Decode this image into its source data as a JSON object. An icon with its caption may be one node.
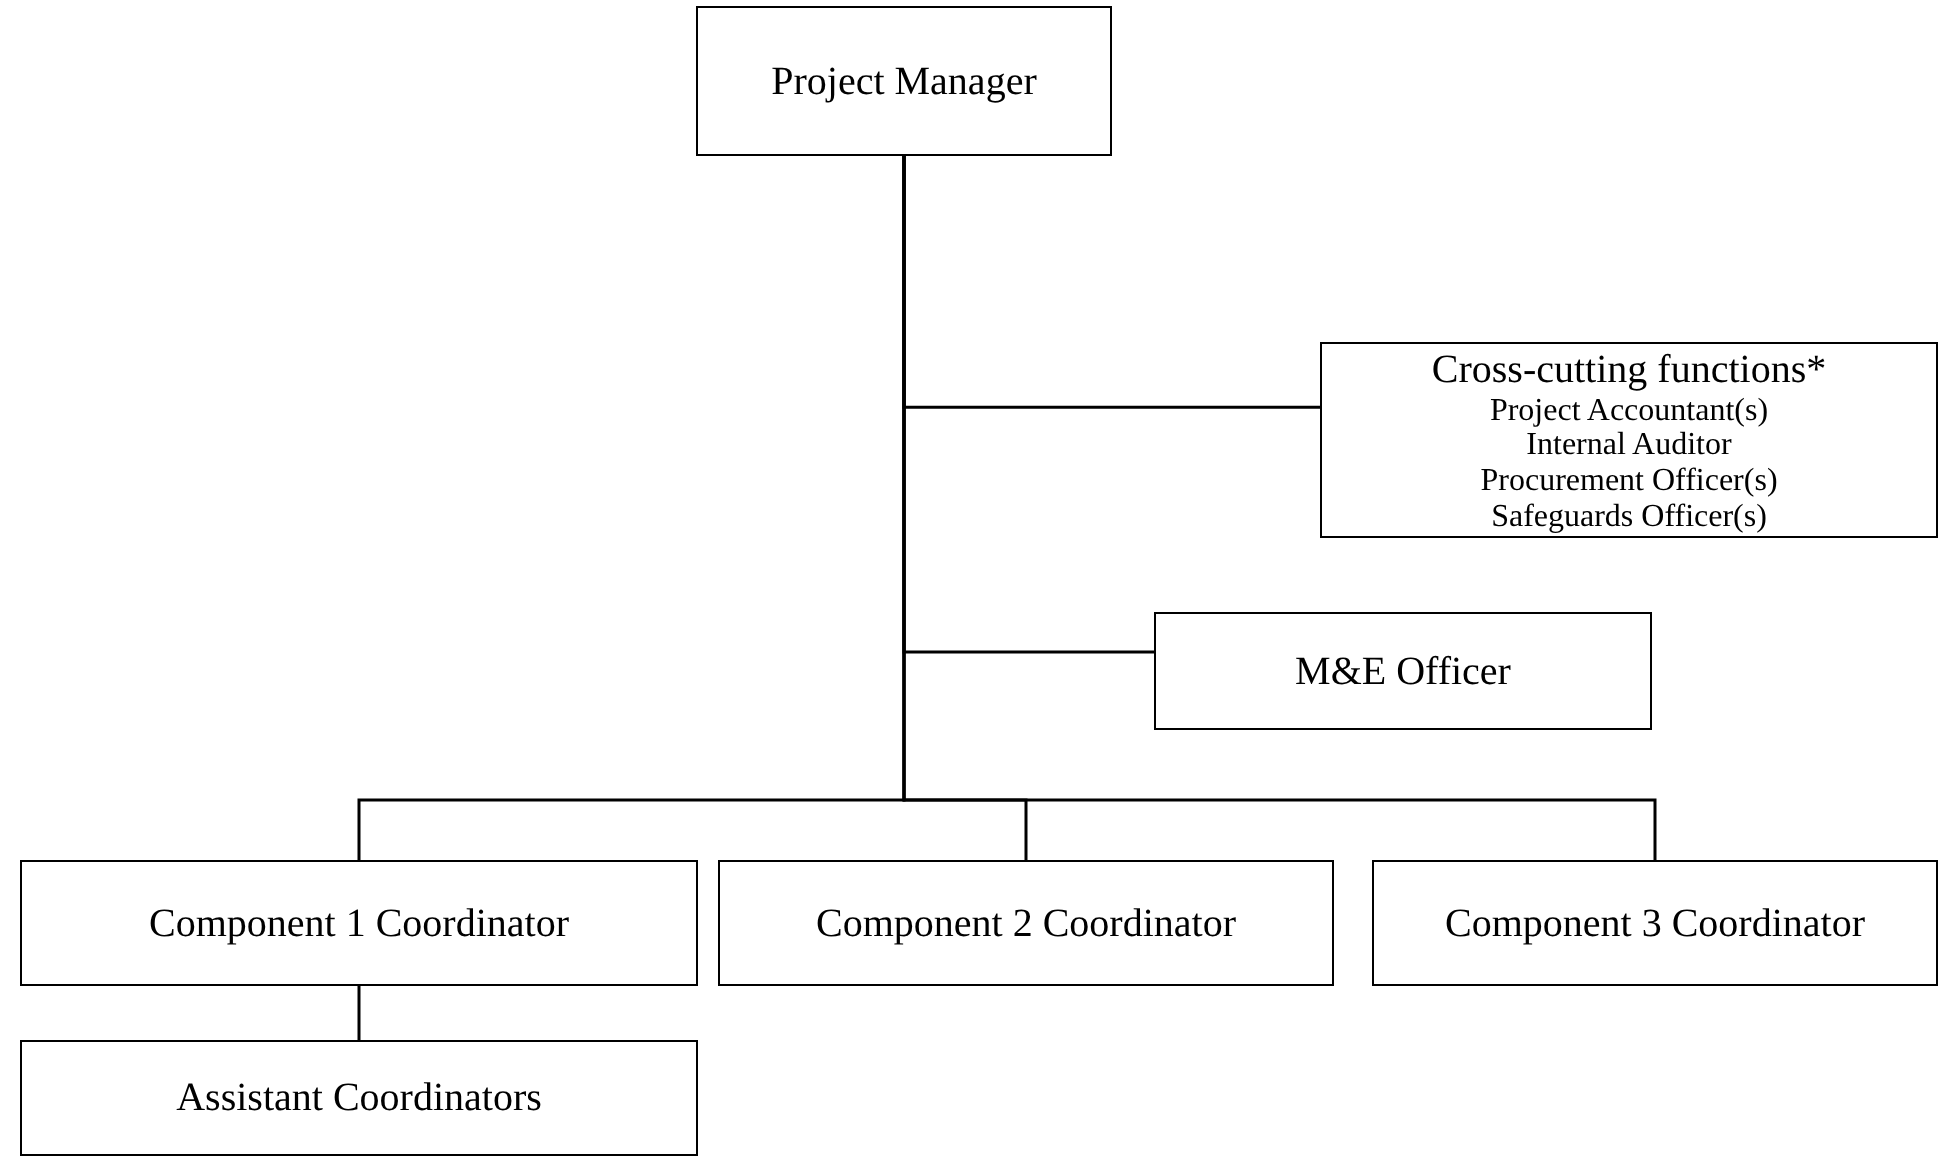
{
  "diagram": {
    "nodes": [
      {
        "text": [
          "Project Manager"
        ]
      },
      {
        "text": [
          "Cross-cutting functions*",
          "Project Accountant(s)",
          "Internal Auditor",
          "Procurement Officer(s)",
          "Safeguards Officer(s)"
        ]
      },
      {
        "text": [
          "M&E Officer"
        ]
      },
      {
        "text": [
          "Component 1 Coordinator"
        ]
      },
      {
        "text": [
          "Component 2 Coordinator"
        ]
      },
      {
        "text": [
          "Component 3 Coordinator"
        ]
      },
      {
        "text": [
          "Assistant Coordinators"
        ]
      }
    ],
    "edges": [
      {
        "from": 0,
        "to": 1,
        "arrow": "none"
      },
      {
        "from": 0,
        "to": 2,
        "arrow": "none"
      },
      {
        "from": 0,
        "to": 3,
        "arrow": "none"
      },
      {
        "from": 0,
        "to": 4,
        "arrow": "none"
      },
      {
        "from": 0,
        "to": 5,
        "arrow": "none"
      },
      {
        "from": 3,
        "to": 6,
        "arrow": "none"
      }
    ]
  }
}
